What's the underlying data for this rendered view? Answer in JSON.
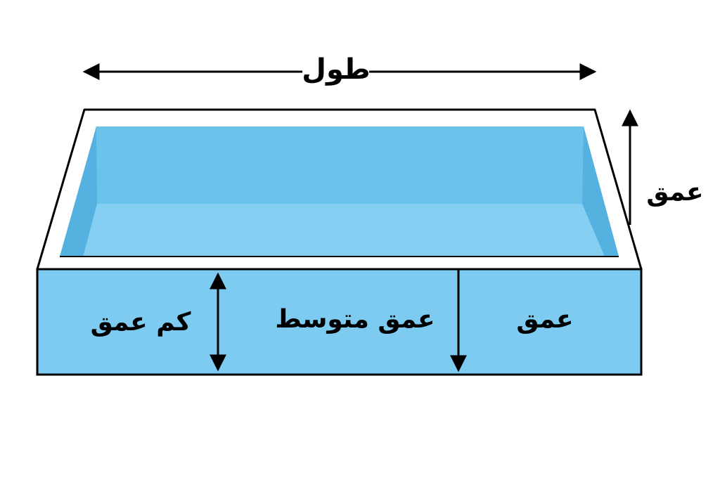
{
  "labels": {
    "length": "طول",
    "depth_side": "عمق",
    "shallow_depth": "کم عمق",
    "medium_depth": "عمق متوسط",
    "deep": "عمق"
  },
  "colors": {
    "water_light": "#85cff3",
    "water_dark": "#6ac3ea",
    "water_side": "#55b1e0",
    "front_wall": "#7ecbf2",
    "rim": "#ffffff",
    "outline": "#000000"
  }
}
